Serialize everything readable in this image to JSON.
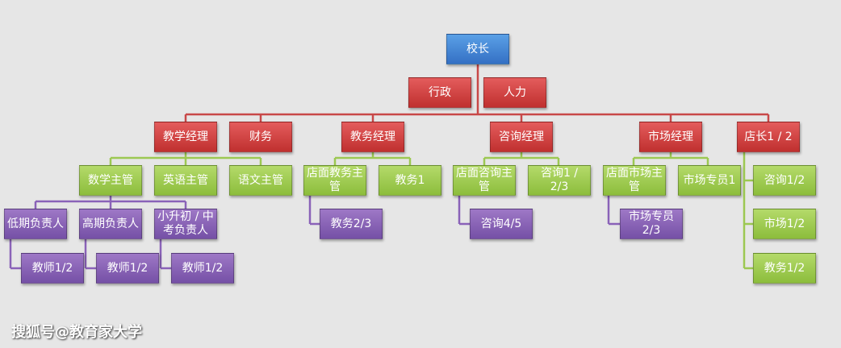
{
  "colors": {
    "blue": "#3f7fd4",
    "red": "#cc3b3b",
    "green": "#9fcb50",
    "purple": "#8560b5"
  },
  "nodes": {
    "principal": "校长",
    "admin": "行政",
    "hr": "人力",
    "teaching_mgr": "教学经理",
    "finance": "财务",
    "academic_mgr": "教务经理",
    "consult_mgr": "咨询经理",
    "market_mgr": "市场经理",
    "store_mgr": "店长1 / 2",
    "math_head": "数学主管",
    "english_head": "英语主管",
    "chinese_head": "语文主管",
    "store_academic_head": "店面教务主管",
    "academic1": "教务1",
    "store_consult_head": "店面咨询主管",
    "consult12_top": "咨询1 / 2/3",
    "store_market_head": "店面市场主管",
    "market_specialist1": "市场专员1",
    "consult12_side": "咨询1/2",
    "market12_side": "市场1/2",
    "academic12_side": "教务1/2",
    "low_grade_lead": "低期负责人",
    "high_grade_lead": "高期负责人",
    "exam_lead": "小升初 / 中考负责人",
    "academic23": "教务2/3",
    "consult45": "咨询4/5",
    "market_specialist23": "市场专员 2/3",
    "teacher_a": "教师1/2",
    "teacher_b": "教师1/2",
    "teacher_c": "教师1/2"
  },
  "watermark": "搜狐号@教育家大学"
}
